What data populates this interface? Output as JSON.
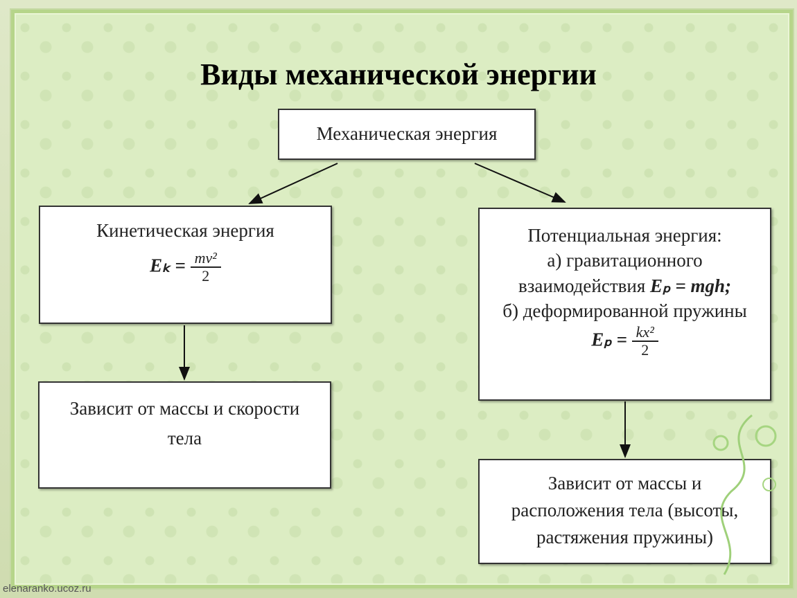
{
  "title": "Виды механической энергии",
  "boxes": {
    "mechanical": "Механическая энергия",
    "kinetic": {
      "label": "Кинетическая энергия",
      "formula_lhs": "Eₖ =",
      "formula_num": "mv²",
      "formula_den": "2"
    },
    "potential": {
      "label": "Потенциальная энергия:",
      "line_a": "а) гравитационного",
      "line_a2": "взаимодействия",
      "formula_a": "Eₚ = mgh;",
      "line_b": "б) деформированной пружины",
      "formula_b_lhs": "Eₚ =",
      "formula_b_num": "kx²",
      "formula_b_den": "2"
    },
    "kinetic_depends": "Зависит от массы и скорости тела",
    "potential_depends": "Зависит от массы и расположения тела (высоты, растяжения пружины)"
  },
  "watermark": "elenaranko.ucoz.ru"
}
